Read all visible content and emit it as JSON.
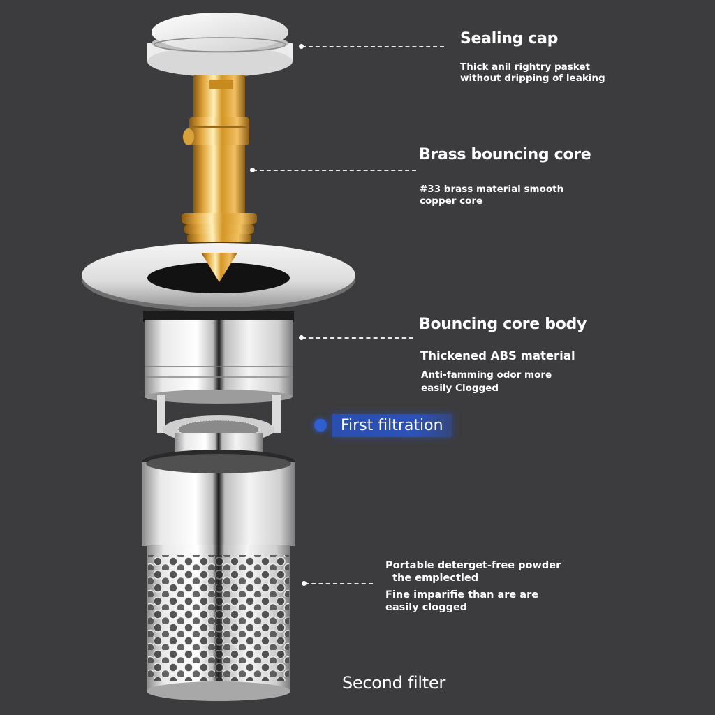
{
  "colors": {
    "background": "#3c3c3e",
    "brass": "#d9a43a",
    "chrome": "#d8d8d8",
    "accent_blue": "#2c52b8",
    "text": "#ffffff"
  },
  "callouts": {
    "sealing_cap": {
      "title": "Sealing cap",
      "lines": [
        "Thick anil rightry pasket",
        "without dripping  of leaking"
      ]
    },
    "brass_core": {
      "title": "Brass bouncing core",
      "lines": [
        "#33 brass material smooth",
        "copper core"
      ]
    },
    "core_body": {
      "title": "Bouncing core body",
      "subtitle": "Thickened ABS material",
      "lines": [
        "Anti-famming odor more",
        "easily Clogged"
      ]
    },
    "first_filtration": {
      "title": "First filtration"
    },
    "basket": {
      "lines": [
        "Portable deterget-free powder",
        "  the emplectied",
        "Fine imparifie than are are",
        "easily clogged"
      ]
    },
    "second_filter": {
      "title": "Second filter"
    }
  }
}
